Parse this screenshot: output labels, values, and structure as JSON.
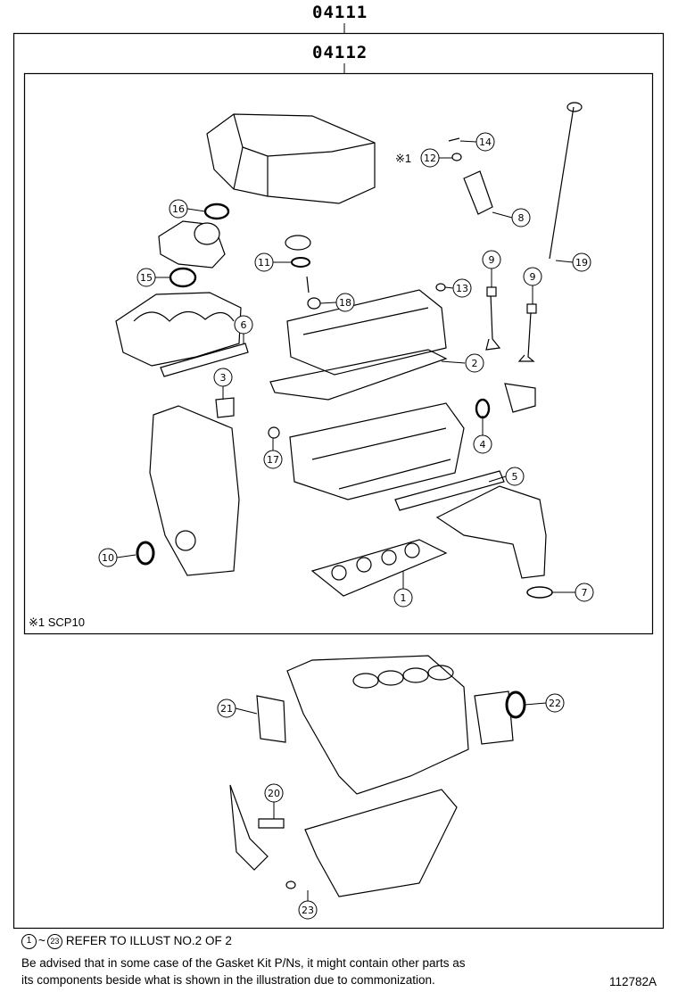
{
  "group_codes": {
    "outer": "04111",
    "inner": "04112"
  },
  "inner_box_footnote": "※1 SCP10",
  "marked_part_prefix": "※1",
  "callouts": [
    {
      "id": "c1",
      "label": "1"
    },
    {
      "id": "c2",
      "label": "2"
    },
    {
      "id": "c3",
      "label": "3"
    },
    {
      "id": "c4",
      "label": "4"
    },
    {
      "id": "c5",
      "label": "5"
    },
    {
      "id": "c6",
      "label": "6"
    },
    {
      "id": "c7",
      "label": "7"
    },
    {
      "id": "c8",
      "label": "8"
    },
    {
      "id": "c9a",
      "label": "9"
    },
    {
      "id": "c9b",
      "label": "9"
    },
    {
      "id": "c10",
      "label": "10"
    },
    {
      "id": "c11",
      "label": "11"
    },
    {
      "id": "c12",
      "label": "12"
    },
    {
      "id": "c13",
      "label": "13"
    },
    {
      "id": "c14",
      "label": "14"
    },
    {
      "id": "c15",
      "label": "15"
    },
    {
      "id": "c16",
      "label": "16"
    },
    {
      "id": "c17",
      "label": "17"
    },
    {
      "id": "c18",
      "label": "18"
    },
    {
      "id": "c19",
      "label": "19"
    },
    {
      "id": "c20",
      "label": "20"
    },
    {
      "id": "c21",
      "label": "21"
    },
    {
      "id": "c22",
      "label": "22"
    },
    {
      "id": "c23",
      "label": "23"
    }
  ],
  "footer": {
    "refer_range_start": "1",
    "refer_range_end": "23",
    "refer_text": "REFER TO ILLUST NO.2 OF 2",
    "advisory_line1": "Be advised that in some case of the Gasket Kit P/Ns,  it might contain other parts as",
    "advisory_line2": "its components beside what is shown in the illustration due to commonization.",
    "illustration_number": "112782A"
  }
}
